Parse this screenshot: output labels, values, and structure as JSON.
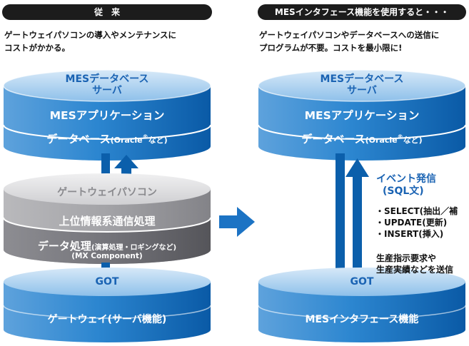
{
  "left": {
    "header": "従　来",
    "description": [
      "ゲートウェイパソコンの導入やメンテナンスに",
      "コストがかかる。"
    ],
    "db_server": {
      "title": [
        "MESデータベース",
        "サーバ"
      ],
      "app": "MESアプリケーション",
      "db_main": "データベース",
      "db_paren_open": "(Oracle",
      "db_reg": "®",
      "db_paren_close": "など)"
    },
    "gateway_pc": {
      "title": "ゲートウェイパソコン",
      "layer2": "上位情報系通信処理",
      "layer3_main": "データ処理",
      "layer3_paren": "(演算処理・ロギングなど)",
      "layer3_sub": "(MX Component)"
    },
    "got": {
      "title": "GOT",
      "subtitle": "ゲートウェイ(サーバ機能)"
    }
  },
  "right": {
    "header": "MESインタフェース機能を使用すると・・・",
    "description": [
      "ゲートウェイパソコンやデータベースへの送信に",
      "プログラムが不要。コストを最小限に!"
    ],
    "db_server": {
      "title": [
        "MESデータベース",
        "サーバ"
      ],
      "app": "MESアプリケーション",
      "db_main": "データベース",
      "db_paren_open": "(Oracle",
      "db_reg": "®",
      "db_paren_close": "など)"
    },
    "event": {
      "title": [
        "イベント発信",
        "(SQL文)"
      ],
      "items": [
        "・SELECT(抽出／補",
        "・UPDATE(更新)",
        "・INSERT(挿入)"
      ],
      "note": [
        "生産指示要求や",
        "生産実績などを送信"
      ]
    },
    "got": {
      "title": "GOT",
      "subtitle": "MESインタフェース機能"
    }
  },
  "colors": {
    "blue_dark": "#0b5fab",
    "blue_mid": "#2f86cf",
    "blue_light": "#c3dcf2",
    "gray_dark": "#6e6e72",
    "gray_mid": "#a4a4a8",
    "gray_light": "#dcdcde",
    "label_blue": "#1a63b3"
  }
}
